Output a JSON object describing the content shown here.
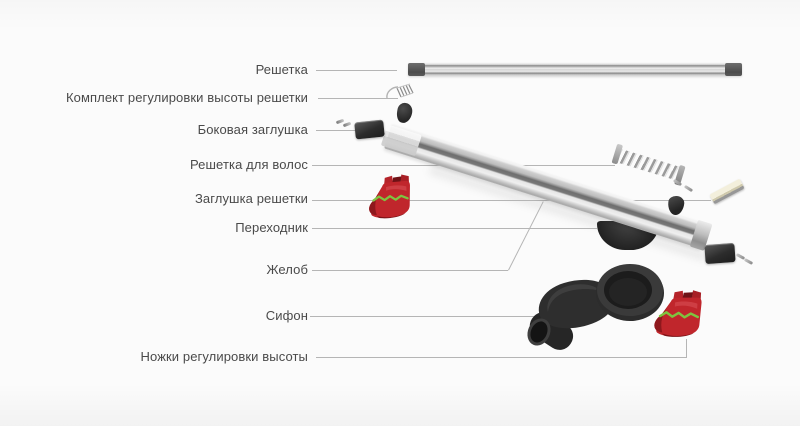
{
  "diagram": {
    "labels": [
      "Решетка",
      "Комплект регулировки высоты решетки",
      "Боковая заглушка",
      "Решетка для волос",
      "Заглушка решетки",
      "Переходник",
      "Желоб",
      "Сифон",
      "Ножки регулировки высоты"
    ],
    "colors": {
      "background": "#fbfbfb",
      "label_text": "#4a4a4a",
      "leader_line": "#b5b5b5",
      "metal_light": "#ececec",
      "metal_dark": "#6e6e6e",
      "dark_plastic": "#2e2e2e",
      "accent_red": "#c0262c",
      "accent_green": "#7ec440",
      "ivory_plate": "#ece7d3"
    }
  }
}
